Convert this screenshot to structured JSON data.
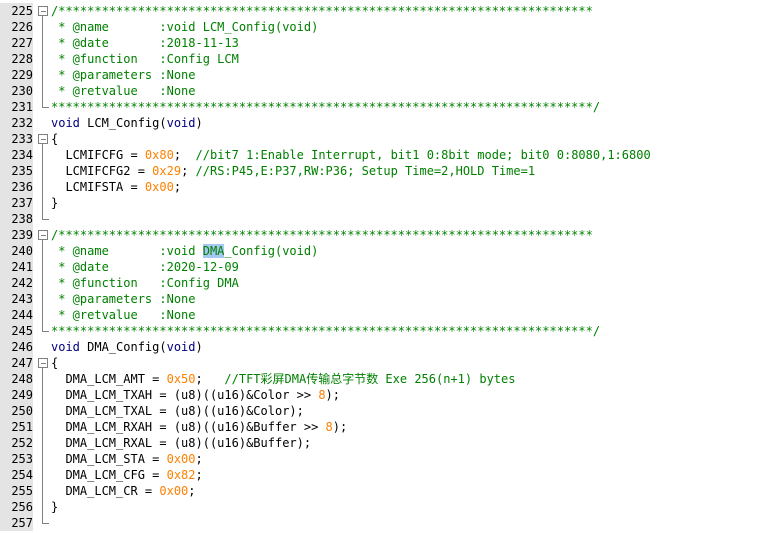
{
  "editor": {
    "lines": [
      {
        "n": "225",
        "fold": "box",
        "segs": [
          {
            "t": "/**************************************************************************",
            "c": "cm"
          }
        ]
      },
      {
        "n": "226",
        "fold": "line",
        "segs": [
          {
            "t": " * @name       :void LCM_Config(void)",
            "c": "cm"
          }
        ]
      },
      {
        "n": "227",
        "fold": "line",
        "segs": [
          {
            "t": " * @date       :2018-11-13",
            "c": "cm"
          }
        ]
      },
      {
        "n": "228",
        "fold": "line",
        "segs": [
          {
            "t": " * @function   :Config LCM",
            "c": "cm"
          }
        ]
      },
      {
        "n": "229",
        "fold": "line",
        "segs": [
          {
            "t": " * @parameters :None",
            "c": "cm"
          }
        ]
      },
      {
        "n": "230",
        "fold": "line",
        "segs": [
          {
            "t": " * @retvalue   :None",
            "c": "cm"
          }
        ]
      },
      {
        "n": "231",
        "fold": "end",
        "segs": [
          {
            "t": "***************************************************************************/",
            "c": "cm"
          }
        ]
      },
      {
        "n": "232",
        "fold": "none",
        "segs": [
          {
            "t": "void",
            "c": "kw"
          },
          {
            "t": " LCM_Config(",
            "c": "p"
          },
          {
            "t": "void",
            "c": "kw"
          },
          {
            "t": ")",
            "c": "p"
          }
        ]
      },
      {
        "n": "233",
        "fold": "box",
        "segs": [
          {
            "t": "{",
            "c": "p"
          }
        ]
      },
      {
        "n": "234",
        "fold": "line",
        "segs": [
          {
            "t": "  LCMIFCFG = ",
            "c": "p"
          },
          {
            "t": "0x80",
            "c": "num"
          },
          {
            "t": ";  ",
            "c": "p"
          },
          {
            "t": "//bit7 1:Enable Interrupt, bit1 0:8bit mode; bit0 0:8080,1:6800",
            "c": "cm"
          }
        ]
      },
      {
        "n": "235",
        "fold": "line",
        "segs": [
          {
            "t": "  LCMIFCFG2 = ",
            "c": "p"
          },
          {
            "t": "0x29",
            "c": "num"
          },
          {
            "t": "; ",
            "c": "p"
          },
          {
            "t": "//RS:P45,E:P37,RW:P36; Setup Time=2,HOLD Time=1",
            "c": "cm"
          }
        ]
      },
      {
        "n": "236",
        "fold": "line",
        "segs": [
          {
            "t": "  LCMIFSTA = ",
            "c": "p"
          },
          {
            "t": "0x00",
            "c": "num"
          },
          {
            "t": ";",
            "c": "p"
          }
        ]
      },
      {
        "n": "237",
        "fold": "line",
        "segs": [
          {
            "t": "}",
            "c": "p"
          }
        ]
      },
      {
        "n": "238",
        "fold": "end",
        "segs": []
      },
      {
        "n": "239",
        "fold": "box",
        "segs": [
          {
            "t": "/**************************************************************************",
            "c": "cm"
          }
        ]
      },
      {
        "n": "240",
        "fold": "line",
        "segs": [
          {
            "t": " * @name       :void ",
            "c": "cm"
          },
          {
            "t": "DMA",
            "c": "cm hl"
          },
          {
            "t": "_Config(void)",
            "c": "cm"
          }
        ]
      },
      {
        "n": "241",
        "fold": "line",
        "segs": [
          {
            "t": " * @date       :2020-12-09",
            "c": "cm"
          }
        ]
      },
      {
        "n": "242",
        "fold": "line",
        "segs": [
          {
            "t": " * @function   :Config DMA",
            "c": "cm"
          }
        ]
      },
      {
        "n": "243",
        "fold": "line",
        "segs": [
          {
            "t": " * @parameters :None",
            "c": "cm"
          }
        ]
      },
      {
        "n": "244",
        "fold": "line",
        "segs": [
          {
            "t": " * @retvalue   :None",
            "c": "cm"
          }
        ]
      },
      {
        "n": "245",
        "fold": "end",
        "segs": [
          {
            "t": "***************************************************************************/",
            "c": "cm"
          }
        ]
      },
      {
        "n": "246",
        "fold": "none",
        "segs": [
          {
            "t": "void",
            "c": "kw"
          },
          {
            "t": " DMA_Config(",
            "c": "p"
          },
          {
            "t": "void",
            "c": "kw"
          },
          {
            "t": ")",
            "c": "p"
          }
        ]
      },
      {
        "n": "247",
        "fold": "box",
        "segs": [
          {
            "t": "{",
            "c": "p"
          }
        ]
      },
      {
        "n": "248",
        "fold": "line",
        "segs": [
          {
            "t": "  DMA_LCM_AMT = ",
            "c": "p"
          },
          {
            "t": "0x50",
            "c": "num"
          },
          {
            "t": ";   ",
            "c": "p"
          },
          {
            "t": "//TFT彩屏DMA传输总字节数 Exe 256(n+1) bytes",
            "c": "cm"
          }
        ]
      },
      {
        "n": "249",
        "fold": "line",
        "segs": [
          {
            "t": "  DMA_LCM_TXAH = (u8)((u16)&Color >> ",
            "c": "p"
          },
          {
            "t": "8",
            "c": "num"
          },
          {
            "t": ");",
            "c": "p"
          }
        ]
      },
      {
        "n": "250",
        "fold": "line",
        "segs": [
          {
            "t": "  DMA_LCM_TXAL = (u8)((u16)&Color);",
            "c": "p"
          }
        ]
      },
      {
        "n": "251",
        "fold": "line",
        "segs": [
          {
            "t": "  DMA_LCM_RXAH = (u8)((u16)&Buffer >> ",
            "c": "p"
          },
          {
            "t": "8",
            "c": "num"
          },
          {
            "t": ");",
            "c": "p"
          }
        ]
      },
      {
        "n": "252",
        "fold": "line",
        "segs": [
          {
            "t": "  DMA_LCM_RXAL = (u8)((u16)&Buffer);",
            "c": "p"
          }
        ]
      },
      {
        "n": "253",
        "fold": "line",
        "segs": [
          {
            "t": "  DMA_LCM_STA = ",
            "c": "p"
          },
          {
            "t": "0x00",
            "c": "num"
          },
          {
            "t": ";",
            "c": "p"
          }
        ]
      },
      {
        "n": "254",
        "fold": "line",
        "segs": [
          {
            "t": "  DMA_LCM_CFG = ",
            "c": "p"
          },
          {
            "t": "0x82",
            "c": "num"
          },
          {
            "t": ";",
            "c": "p"
          }
        ]
      },
      {
        "n": "255",
        "fold": "line",
        "segs": [
          {
            "t": "  DMA_LCM_CR = ",
            "c": "p"
          },
          {
            "t": "0x00",
            "c": "num"
          },
          {
            "t": ";",
            "c": "p"
          }
        ]
      },
      {
        "n": "256",
        "fold": "line",
        "segs": [
          {
            "t": "}",
            "c": "p"
          }
        ]
      },
      {
        "n": "257",
        "fold": "end",
        "segs": []
      }
    ]
  },
  "colors": {
    "comment": "#008000",
    "keyword": "#00007f",
    "number": "#ff8000",
    "gutter": "#e4e4e4",
    "highlight": "#a6c8f0"
  }
}
